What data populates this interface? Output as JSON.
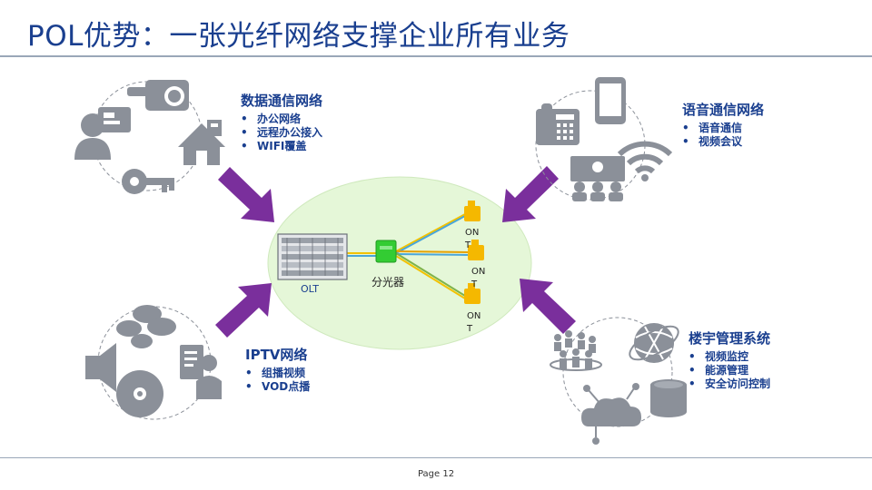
{
  "title": "POL优势：一张光纤网络支撑企业所有业务",
  "page": "Page 12",
  "blocks": {
    "data": {
      "heading": "数据通信网络",
      "items": [
        "办公网络",
        "远程办公接入",
        "WIFI覆盖"
      ]
    },
    "voice": {
      "heading": "语音通信网络",
      "items": [
        "语音通信",
        "视频会议"
      ]
    },
    "iptv": {
      "heading": "IPTV网络",
      "items": [
        "组播视频",
        "VOD点播"
      ]
    },
    "building": {
      "heading": "楼宇管理系统",
      "items": [
        "视频监控",
        "能源管理",
        "安全访问控制"
      ]
    }
  },
  "bullet": "•",
  "diagram": {
    "olt_label": "OLT",
    "splitter_label": "分光器",
    "ont_label": "ON\nT",
    "ont_count": 3
  },
  "colors": {
    "title": "#1a3f8f",
    "icon_gray": "#8b9099",
    "arrow": "#7a2f9c",
    "ellipse": "#e5f7d8",
    "splitter": "#33cc33",
    "ont": "#f5b800",
    "fiber": [
      "#f2c200",
      "#4aa6d9",
      "#e6a100",
      "#7fb34a"
    ]
  },
  "icons": [
    "data-network-icons",
    "voice-network-icons",
    "iptv-network-icons",
    "building-management-icons",
    "olt-chassis-icon",
    "splitter-icon",
    "ont-icon"
  ]
}
